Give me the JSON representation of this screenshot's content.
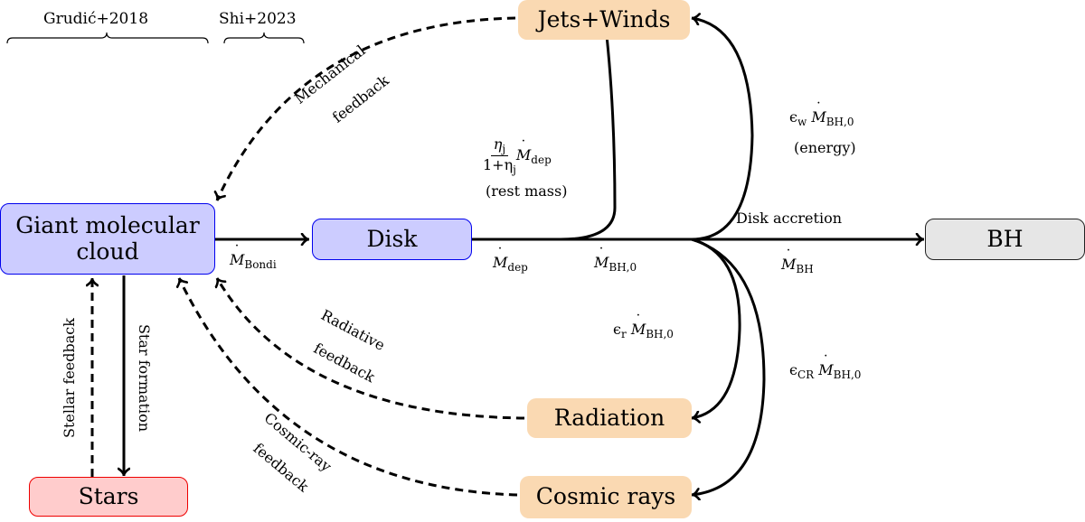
{
  "references": [
    {
      "label": "Grudić+2018",
      "spans": "stellar-and-radiative-feedback-region"
    },
    {
      "label": "Shi+2023",
      "spans": "bondi-accretion-region"
    }
  ],
  "nodes": {
    "gmc": {
      "label_line1": "Giant molecular",
      "label_line2": "cloud",
      "color": "#ccccff",
      "border": "#0000ee"
    },
    "disk": {
      "label": "Disk",
      "color": "#ccccff",
      "border": "#0000ee"
    },
    "bh": {
      "label": "BH",
      "color": "#e6e6e6",
      "border": "#222222"
    },
    "stars": {
      "label": "Stars",
      "color": "#ffcccc",
      "border": "#ee0000"
    },
    "jets": {
      "label": "Jets+Winds",
      "color": "#fad9b2"
    },
    "radiation": {
      "label": "Radiation",
      "color": "#fad9b2"
    },
    "cosmic": {
      "label": "Cosmic rays",
      "color": "#fad9b2"
    }
  },
  "edges": [
    {
      "from": "gmc",
      "to": "disk",
      "style": "solid",
      "label": "Ṁ_Bondi"
    },
    {
      "from": "disk",
      "to": "bh",
      "style": "solid",
      "label": "Ṁ_dep → Ṁ_BH,0 → Ṁ_BH",
      "caption": "Disk accretion"
    },
    {
      "from": "disk",
      "to": "jets",
      "style": "solid",
      "label": "η_j/(1+η_j) Ṁ_dep (rest mass)"
    },
    {
      "from": "disk",
      "to": "jets",
      "style": "solid",
      "label": "ε_w Ṁ_BH,0 (energy)"
    },
    {
      "from": "disk",
      "to": "radiation",
      "style": "solid",
      "label": "ε_r Ṁ_BH,0"
    },
    {
      "from": "disk",
      "to": "cosmic",
      "style": "solid",
      "label": "ε_CR Ṁ_BH,0"
    },
    {
      "from": "gmc",
      "to": "stars",
      "style": "solid",
      "label": "Star formation"
    },
    {
      "from": "stars",
      "to": "gmc",
      "style": "dashed",
      "label": "Stellar feedback"
    },
    {
      "from": "jets",
      "to": "gmc",
      "style": "dashed",
      "label": "Mechanical feedback"
    },
    {
      "from": "radiation",
      "to": "gmc",
      "style": "dashed",
      "label": "Radiative feedback"
    },
    {
      "from": "cosmic",
      "to": "gmc",
      "style": "dashed",
      "label": "Cosmic-ray feedback"
    }
  ],
  "labels": {
    "mdot_bondi_sym": "M",
    "mdot_bondi_sub": "Bondi",
    "mdot_dep_sym": "M",
    "mdot_dep_sub": "dep",
    "mdot_bh0_sym": "M",
    "mdot_bh0_sub": "BH,0",
    "mdot_bh_sym": "M",
    "mdot_bh_sub": "BH",
    "disk_accretion": "Disk accretion",
    "jet_frac_num": "η",
    "jet_frac_num_sub": "j",
    "jet_frac_den": "1+η",
    "jet_frac_den_sub": "j",
    "jet_mdot_sym": "M",
    "jet_mdot_sub": "dep",
    "rest_mass": "(rest mass)",
    "eps_w": "ϵ",
    "eps_w_sub": "w",
    "eps_w_mdot_sym": "M",
    "eps_w_mdot_sub": "BH,0",
    "energy": "(energy)",
    "eps_r": "ϵ",
    "eps_r_sub": "r",
    "eps_r_mdot_sym": "M",
    "eps_r_mdot_sub": "BH,0",
    "eps_cr": "ϵ",
    "eps_cr_sub": "CR",
    "eps_cr_mdot_sym": "M",
    "eps_cr_mdot_sub": "BH,0",
    "mechanical_1": "Mechanical",
    "mechanical_2": "feedback",
    "radiative_1": "Radiative",
    "radiative_2": "feedback",
    "cosmic_1": "Cosmic-ray",
    "cosmic_2": "feedback",
    "stellar_feedback": "Stellar feedback",
    "star_formation": "Star formation"
  }
}
